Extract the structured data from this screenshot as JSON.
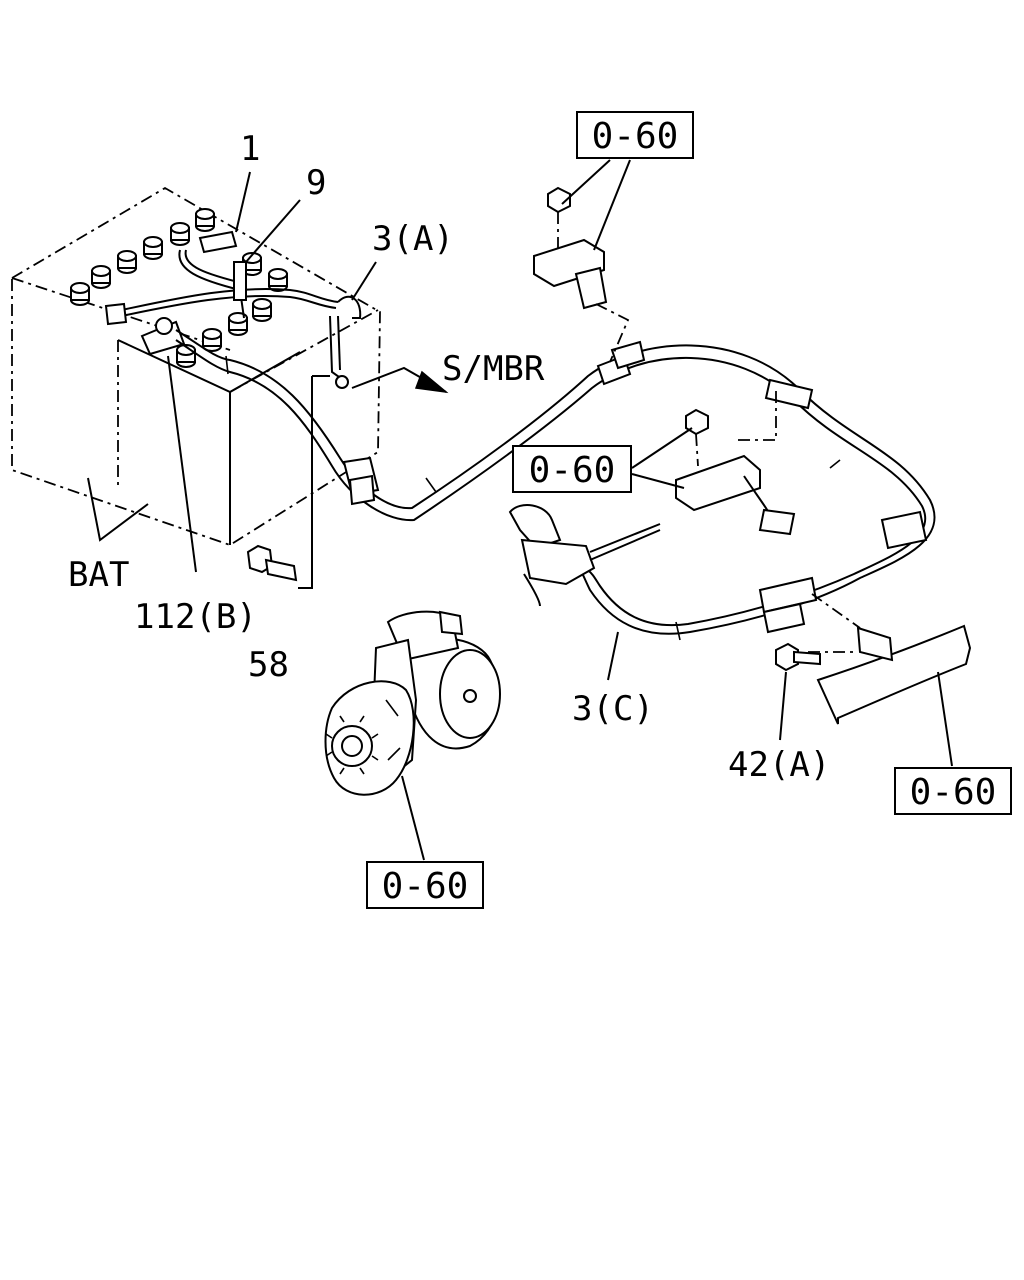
{
  "callouts": {
    "part_1": "1",
    "part_9": "9",
    "part_3a": "3(A)",
    "s_mbr": "S/MBR",
    "bat": "BAT",
    "part_112b": "112(B)",
    "part_58": "58",
    "part_3c": "3(C)",
    "part_42a": "42(A)"
  },
  "reference_boxes": {
    "top": "0-60",
    "middle": "0-60",
    "right": "0-60",
    "bottom": "0-60"
  }
}
